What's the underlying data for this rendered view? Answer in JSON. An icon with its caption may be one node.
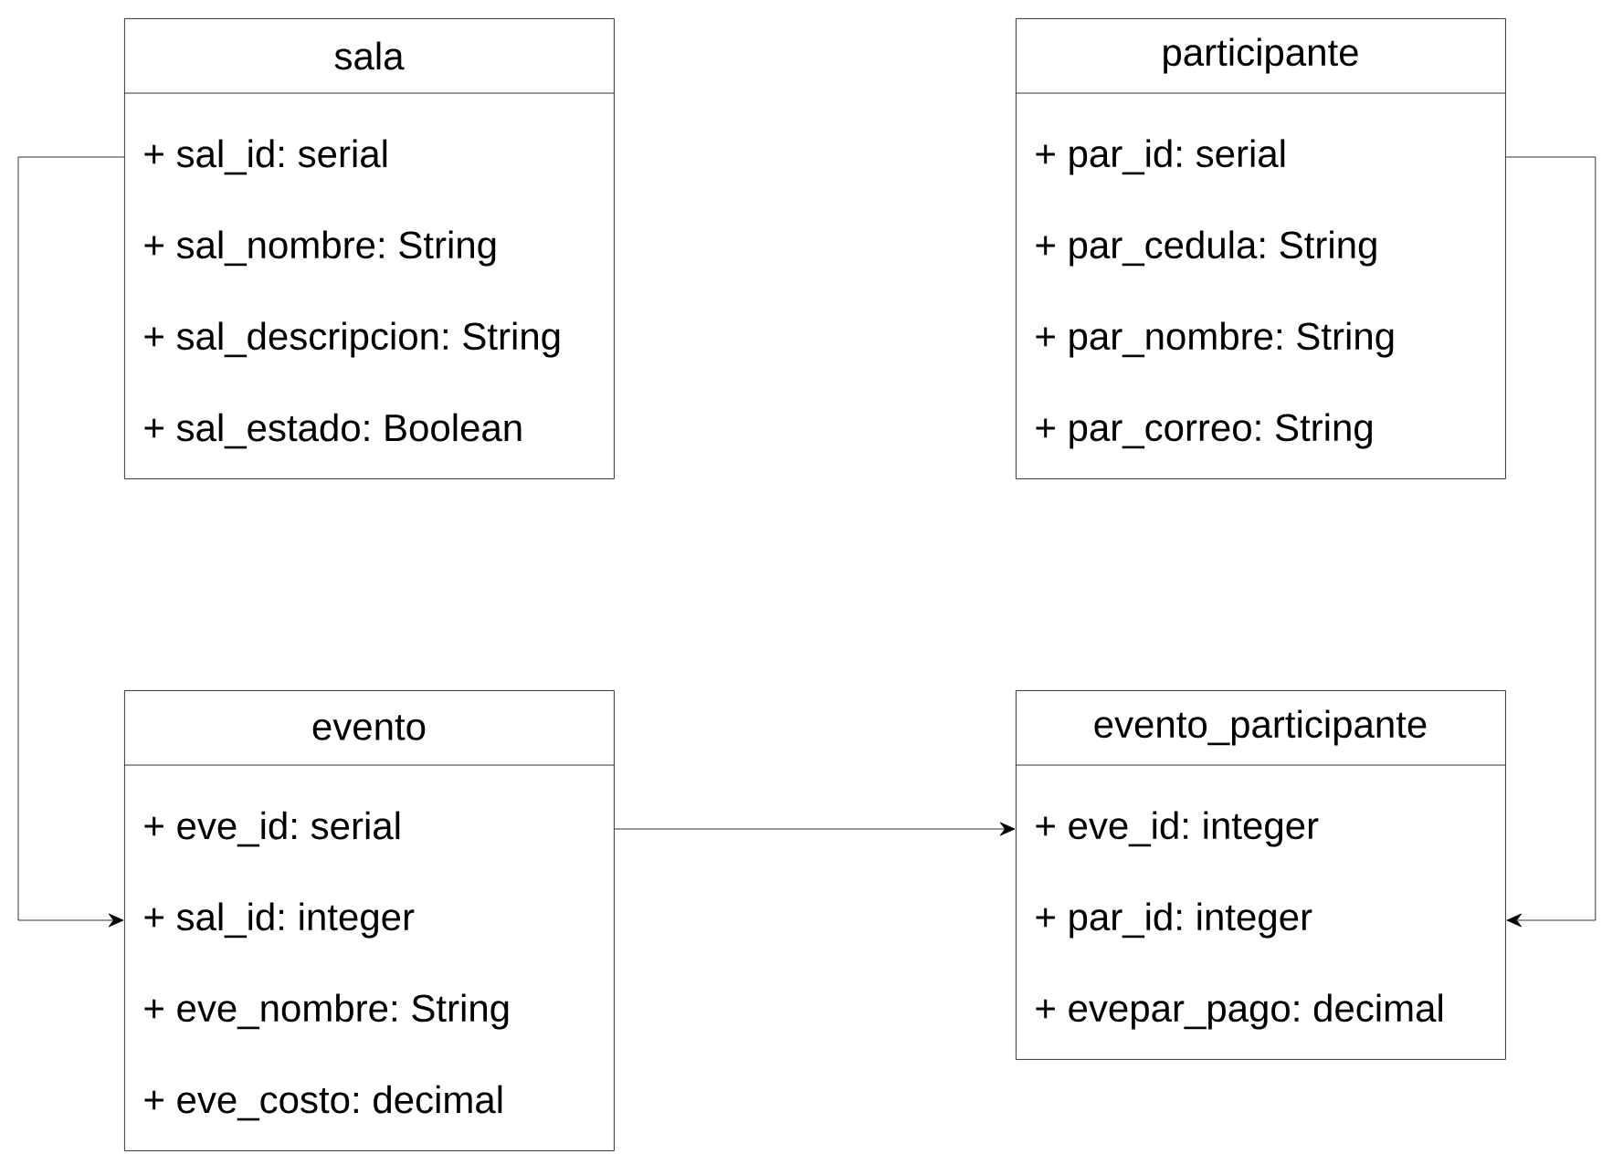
{
  "diagram": {
    "nodes": [
      {
        "text": [
          "sala",
          "+ sal_id: serial",
          "+ sal_nombre: String",
          "+ sal_descripcion: String",
          "+ sal_estado: Boolean"
        ]
      },
      {
        "text": [
          "participante",
          "+ par_id: serial",
          "+ par_cedula: String",
          "+ par_nombre: String",
          "+ par_correo: String"
        ]
      },
      {
        "text": [
          "evento",
          "+ eve_id: serial",
          "+ sal_id: integer",
          "+ eve_nombre: String",
          "+ eve_costo: decimal"
        ]
      },
      {
        "text": [
          "evento_participante",
          "+ eve_id: integer",
          "+ par_id: integer",
          "+ evepar_pago: decimal"
        ]
      }
    ],
    "edges": [
      {
        "from": 0,
        "to": 2,
        "arrow": "to"
      },
      {
        "from": 2,
        "to": 3,
        "arrow": "to"
      },
      {
        "from": 1,
        "to": 3,
        "arrow": "to"
      }
    ]
  }
}
